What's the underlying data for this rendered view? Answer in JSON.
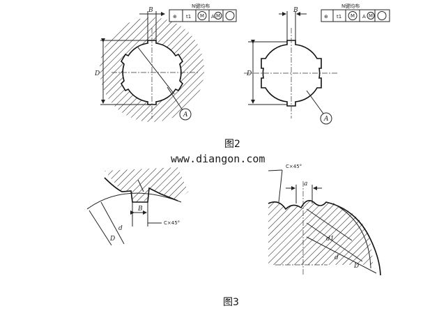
{
  "figure2": {
    "caption": "图2",
    "left": {
      "dim_width": "B",
      "dim_diameter": "D",
      "datum": "A",
      "frame_title": "N键均布",
      "frame_cells": [
        "⊕",
        "t1",
        "M",
        "A",
        "M"
      ]
    },
    "right": {
      "dim_width": "B",
      "dim_diameter": "D",
      "datum": "A",
      "frame_title": "N键均布",
      "frame_cells": [
        "⊕",
        "t1",
        "M",
        "A",
        "M"
      ]
    }
  },
  "watermark": "www.diangon.com",
  "figure3": {
    "caption": "图3",
    "left": {
      "chamfer": "C×45°",
      "width": "B",
      "inner_dia": "d",
      "outer_dia": "D"
    },
    "right": {
      "chamfer": "C×45°",
      "width": "a",
      "inner_dia": "d1",
      "mid_dia": "d",
      "outer_dia": "D"
    }
  }
}
